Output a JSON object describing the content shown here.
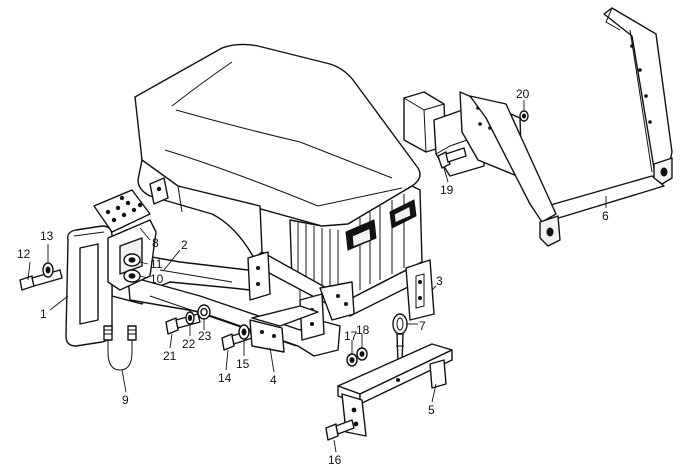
{
  "diagram": {
    "callouts": [
      {
        "id": "c1",
        "label": "1"
      },
      {
        "id": "c2",
        "label": "2"
      },
      {
        "id": "c3",
        "label": "3"
      },
      {
        "id": "c4",
        "label": "4"
      },
      {
        "id": "c5",
        "label": "5"
      },
      {
        "id": "c6",
        "label": "6"
      },
      {
        "id": "c7",
        "label": "7"
      },
      {
        "id": "c8",
        "label": "8"
      },
      {
        "id": "c9",
        "label": "9"
      },
      {
        "id": "c10",
        "label": "10"
      },
      {
        "id": "c11",
        "label": "11"
      },
      {
        "id": "c12",
        "label": "12"
      },
      {
        "id": "c13",
        "label": "13"
      },
      {
        "id": "c14",
        "label": "14"
      },
      {
        "id": "c15",
        "label": "15"
      },
      {
        "id": "c16",
        "label": "16"
      },
      {
        "id": "c17",
        "label": "17"
      },
      {
        "id": "c18",
        "label": "18"
      },
      {
        "id": "c19",
        "label": "19"
      },
      {
        "id": "c20",
        "label": "20"
      },
      {
        "id": "c21",
        "label": "21"
      },
      {
        "id": "c22",
        "label": "22"
      },
      {
        "id": "c23",
        "label": "23"
      }
    ]
  }
}
